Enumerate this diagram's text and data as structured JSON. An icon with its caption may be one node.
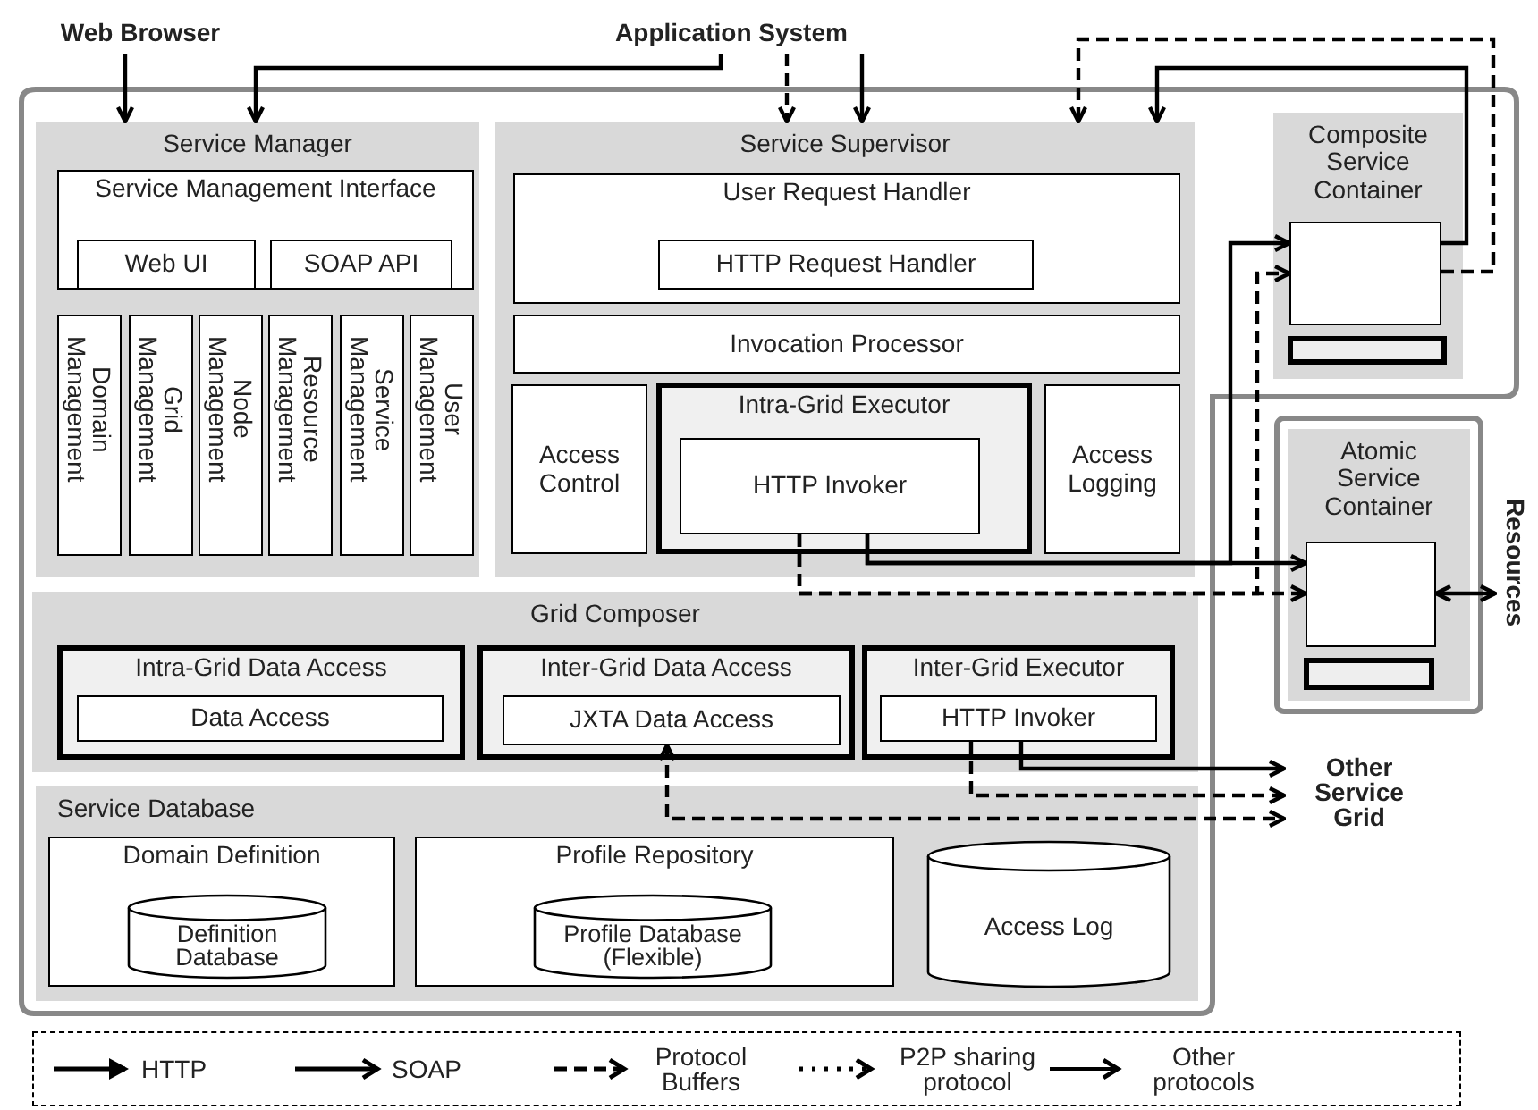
{
  "diagram": {
    "nodes": [
      {
        "text": [
          "Web Browser"
        ]
      },
      {
        "text": [
          "Application System"
        ]
      },
      {
        "text": [
          "Service Manager"
        ]
      },
      {
        "text": [
          "Service Management Interface"
        ],
        "in": 2
      },
      {
        "text": [
          "Web UI"
        ],
        "in": 3
      },
      {
        "text": [
          "SOAP API"
        ],
        "in": 3
      },
      {
        "text": [
          "Domain Management"
        ],
        "in": 2
      },
      {
        "text": [
          "Grid Management"
        ],
        "in": 2
      },
      {
        "text": [
          "Node Management"
        ],
        "in": 2
      },
      {
        "text": [
          "Resource Management"
        ],
        "in": 2
      },
      {
        "text": [
          "Service Management"
        ],
        "in": 2
      },
      {
        "text": [
          "User Management"
        ],
        "in": 2
      },
      {
        "text": [
          "Service Supervisor"
        ]
      },
      {
        "text": [
          "User Request Handler"
        ],
        "in": 12
      },
      {
        "text": [
          "HTTP Request Handler"
        ],
        "in": 13
      },
      {
        "text": [
          "Invocation Processor"
        ],
        "in": 12
      },
      {
        "text": [
          "Access Control"
        ],
        "in": 12
      },
      {
        "text": [
          "Intra-Grid Executor"
        ],
        "in": 12
      },
      {
        "text": [
          "HTTP Invoker"
        ],
        "in": 17
      },
      {
        "text": [
          "Access Logging"
        ],
        "in": 12
      },
      {
        "text": [
          "Composite Service Container"
        ]
      },
      {
        "text": [],
        "shape": "box",
        "in": 20
      },
      {
        "text": [],
        "shape": "bar",
        "in": 20
      },
      {
        "text": [
          "Atomic Service Container"
        ]
      },
      {
        "text": [],
        "shape": "box",
        "in": 23
      },
      {
        "text": [],
        "shape": "bar",
        "in": 23
      },
      {
        "text": [
          "Resources"
        ]
      },
      {
        "text": [
          "Grid Composer"
        ]
      },
      {
        "text": [
          "Intra-Grid Data Access"
        ],
        "in": 27
      },
      {
        "text": [
          "Data Access"
        ],
        "in": 28
      },
      {
        "text": [
          "Inter-Grid Data Access"
        ],
        "in": 27
      },
      {
        "text": [
          "JXTA Data Access"
        ],
        "in": 30
      },
      {
        "text": [
          "Inter-Grid Executor"
        ],
        "in": 27
      },
      {
        "text": [
          "HTTP Invoker"
        ],
        "in": 32
      },
      {
        "text": [
          "Service Database"
        ]
      },
      {
        "text": [
          "Domain Definition"
        ],
        "in": 34
      },
      {
        "text": [
          "Definition Database"
        ],
        "in": 35
      },
      {
        "text": [
          "Profile Repository"
        ],
        "in": 34
      },
      {
        "text": [
          "Profile Database (Flexible)"
        ],
        "in": 37
      },
      {
        "text": [
          "Access Log"
        ],
        "in": 34
      },
      {
        "text": [
          "Other Service Grid"
        ]
      }
    ],
    "edges": [
      {
        "from": 0,
        "to": 2,
        "arrow": "to"
      },
      {
        "from": 1,
        "to": 2,
        "arrow": "to"
      },
      {
        "from": 1,
        "to": 12,
        "arrow": "to",
        "style": "dashed"
      },
      {
        "from": 1,
        "to": 12,
        "arrow": "to"
      },
      {
        "from": 21,
        "to": 12,
        "arrow": "to",
        "style": "dashed"
      },
      {
        "from": 21,
        "to": 12,
        "arrow": "to"
      },
      {
        "from": 18,
        "to": 21,
        "arrow": "to"
      },
      {
        "from": 18,
        "to": 24,
        "arrow": "to"
      },
      {
        "from": 18,
        "to": 21,
        "arrow": "to",
        "style": "dashed"
      },
      {
        "from": 18,
        "to": 24,
        "arrow": "to",
        "style": "dashed"
      },
      {
        "from": 24,
        "to": 26,
        "arrow": "both"
      },
      {
        "from": 33,
        "to": 40,
        "arrow": "to"
      },
      {
        "from": 33,
        "to": 40,
        "arrow": "to",
        "style": "dashed"
      },
      {
        "from": 31,
        "to": 40,
        "arrow": "both",
        "style": "dashed"
      }
    ],
    "legend": [
      {
        "text": "HTTP"
      },
      {
        "text": "SOAP"
      },
      {
        "text": "Protocol Buffers"
      },
      {
        "text": "P2P sharing protocol"
      },
      {
        "text": "Other protocols"
      }
    ]
  }
}
